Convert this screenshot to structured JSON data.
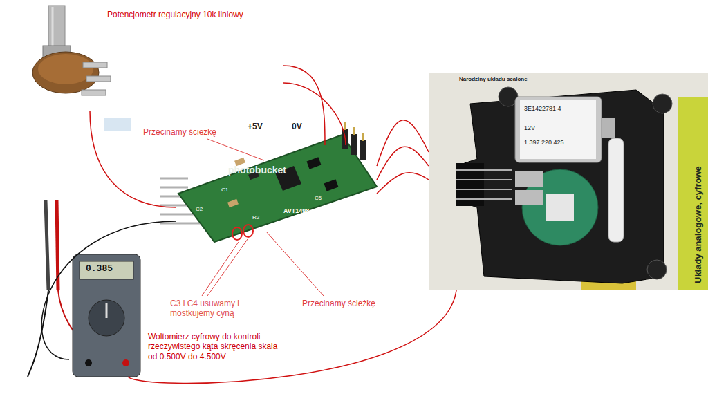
{
  "diagram": {
    "nodes": [
      {
        "text": [
          "Potencjometr regulacyjny 10k liniowy"
        ]
      },
      {
        "text": [
          "AVT1498"
        ]
      },
      {
        "text": [
          "1 397 220 425"
        ]
      },
      {
        "text": [
          "0.385"
        ]
      }
    ],
    "edges": [
      {
        "from": 0,
        "to": 1,
        "arrow": "none"
      },
      {
        "from": 0,
        "to": 1,
        "arrow": "none"
      },
      {
        "from": 0,
        "to": 1,
        "arrow": "none"
      },
      {
        "from": 1,
        "to": 2,
        "arrow": "none"
      },
      {
        "from": 1,
        "to": 2,
        "arrow": "none"
      },
      {
        "from": 1,
        "to": 2,
        "arrow": "none"
      },
      {
        "from": 3,
        "to": 1,
        "arrow": "none"
      },
      {
        "from": 3,
        "to": 2,
        "arrow": "none"
      }
    ],
    "labels": [
      "+5V",
      "0V",
      "Przecinamy ścieżkę",
      "C3 i C4 usuwamy i mostkujemy cyną",
      "Przecinamy ścieżkę",
      "Woltomierz cyfrowy do kontroli rzeczywistego kąta skręcenia skala od 0.500V do 4.500V",
      "C1",
      "C2",
      "C5",
      "R2",
      "12V",
      "3E1422781 4",
      "Narodziny układu scalone",
      "Układy analogowe, cyfrowe",
      "photobucket"
    ]
  }
}
